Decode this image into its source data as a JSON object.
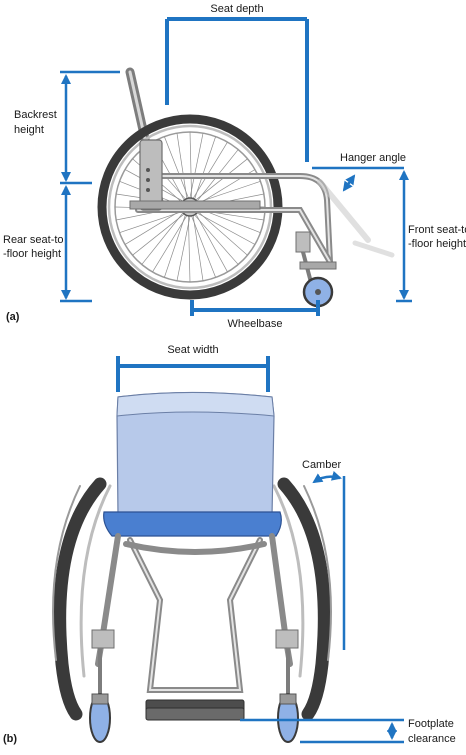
{
  "panels": {
    "a": "(a)",
    "b": "(b)"
  },
  "labels_a": {
    "seat_depth": "Seat depth",
    "backrest_height_l1": "Backrest",
    "backrest_height_l2": "height",
    "rear_seat_floor_l1": "Rear seat-to",
    "rear_seat_floor_l2": "-floor height",
    "hanger_angle": "Hanger angle",
    "front_seat_floor_l1": "Front seat-to",
    "front_seat_floor_l2": "-floor height",
    "wheelbase": "Wheelbase"
  },
  "labels_b": {
    "seat_width": "Seat width",
    "camber": "Camber",
    "footplate_l1": "Footplate",
    "footplate_l2": "clearance"
  },
  "colors": {
    "dimension": "#1f74c2",
    "seat_fabric": "#b7c9ea",
    "seat_cushion": "#4a7fd0",
    "caster": "#8fb1e6",
    "tyre": "#3a3a3a",
    "frame": "#9a9a9a"
  }
}
